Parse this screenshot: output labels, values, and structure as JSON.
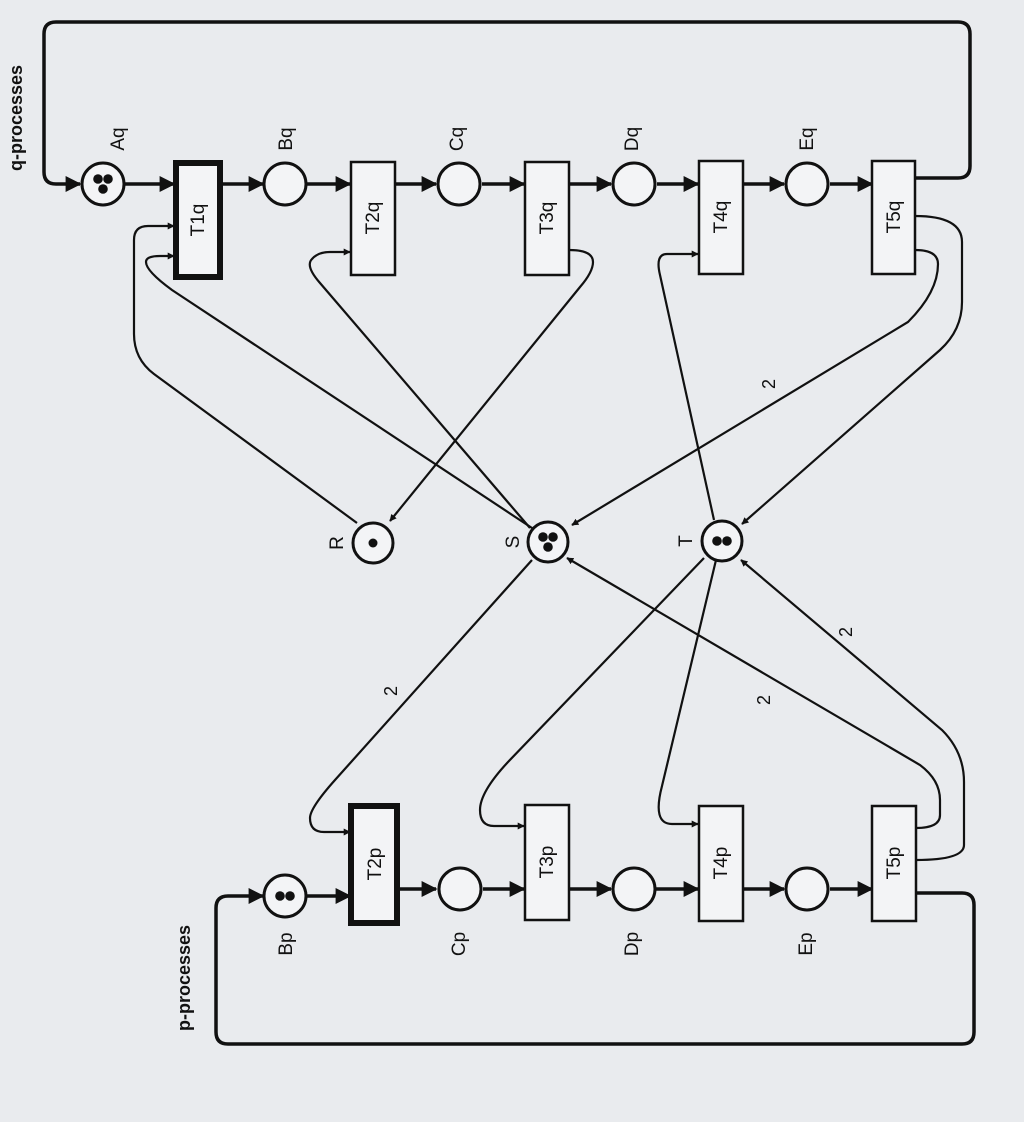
{
  "groups": {
    "q_label": "q-processes",
    "p_label": "p-processes"
  },
  "places": {
    "Aq": {
      "label": "Aq",
      "tokens": 3
    },
    "Bq": {
      "label": "Bq",
      "tokens": 0
    },
    "Cq": {
      "label": "Cq",
      "tokens": 0
    },
    "Dq": {
      "label": "Dq",
      "tokens": 0
    },
    "Eq": {
      "label": "Eq",
      "tokens": 0
    },
    "R": {
      "label": "R",
      "tokens": 1
    },
    "S": {
      "label": "S",
      "tokens": 3
    },
    "T": {
      "label": "T",
      "tokens": 2
    },
    "Bp": {
      "label": "Bp",
      "tokens": 2
    },
    "Cp": {
      "label": "Cp",
      "tokens": 0
    },
    "Dp": {
      "label": "Dp",
      "tokens": 0
    },
    "Ep": {
      "label": "Ep",
      "tokens": 0
    }
  },
  "transitions": {
    "T1q": {
      "label": "T1q",
      "highlighted": true
    },
    "T2q": {
      "label": "T2q",
      "highlighted": false
    },
    "T3q": {
      "label": "T3q",
      "highlighted": false
    },
    "T4q": {
      "label": "T4q",
      "highlighted": false
    },
    "T5q": {
      "label": "T5q",
      "highlighted": false
    },
    "T2p": {
      "label": "T2p",
      "highlighted": true
    },
    "T3p": {
      "label": "T3p",
      "highlighted": false
    },
    "T4p": {
      "label": "T4p",
      "highlighted": false
    },
    "T5p": {
      "label": "T5p",
      "highlighted": false
    }
  },
  "arc_weights": {
    "T5q_to_S": "2",
    "S_to_T2p": "2",
    "T5p_to_S": "2",
    "T5p_to_T": "2"
  }
}
